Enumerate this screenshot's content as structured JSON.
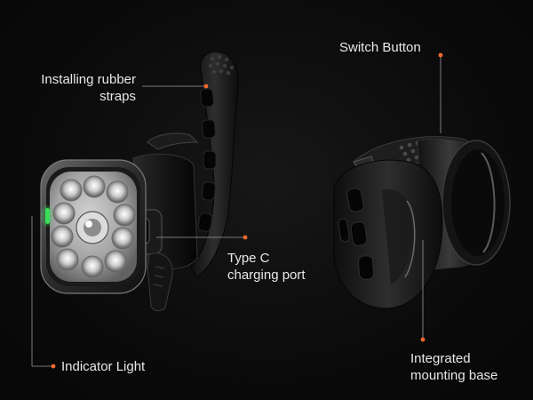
{
  "callouts": {
    "straps": {
      "line1": "Installing rubber",
      "line2": "straps"
    },
    "switch": {
      "text": "Switch Button"
    },
    "typec": {
      "line1": "Type C",
      "line2": "charging port"
    },
    "indicator": {
      "text": "Indicator Light"
    },
    "mounting": {
      "line1": "Integrated",
      "line2": "mounting base"
    }
  },
  "colors": {
    "accent_dot": "#f26a2e",
    "indicator_led": "#39e05a",
    "label_text": "#e8e8e8",
    "background": "#0b0b0b"
  },
  "icons": [
    "bike-light-front-product",
    "bike-light-rear-product"
  ]
}
